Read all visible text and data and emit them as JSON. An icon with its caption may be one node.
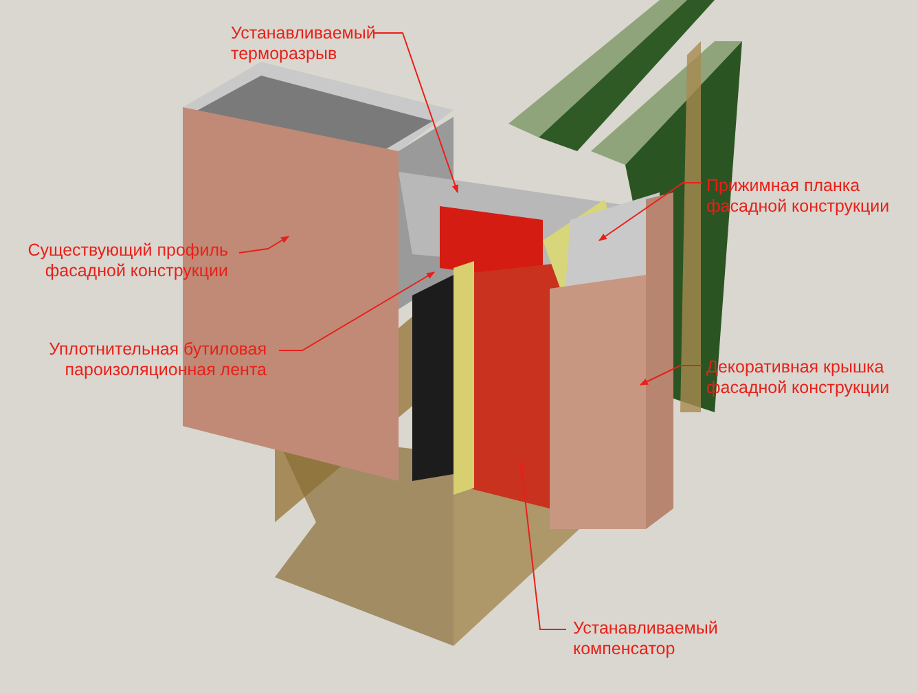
{
  "diagram": {
    "nodes": [
      {
        "text": [
          "Устанавливаемый терморазрыв"
        ]
      },
      {
        "text": [
          "Прижимная планка фасадной конструкции"
        ]
      },
      {
        "text": [
          "Существующий профиль фасадной конструкции"
        ]
      },
      {
        "text": [
          "Уплотнительная бутиловая пароизоляционная лента"
        ]
      },
      {
        "text": [
          "Декоративная крышка фасадной конструкции"
        ]
      },
      {
        "text": [
          "Устанавливаемый компенсатор"
        ]
      }
    ],
    "edges": [
      {
        "from": 0,
        "to": null,
        "arrow": "to"
      },
      {
        "from": 1,
        "to": null,
        "arrow": "to"
      },
      {
        "from": 2,
        "to": null,
        "arrow": "to"
      },
      {
        "from": 3,
        "to": null,
        "arrow": "to"
      },
      {
        "from": 4,
        "to": null,
        "arrow": "to"
      },
      {
        "from": 5,
        "to": null,
        "arrow": "to"
      }
    ]
  }
}
